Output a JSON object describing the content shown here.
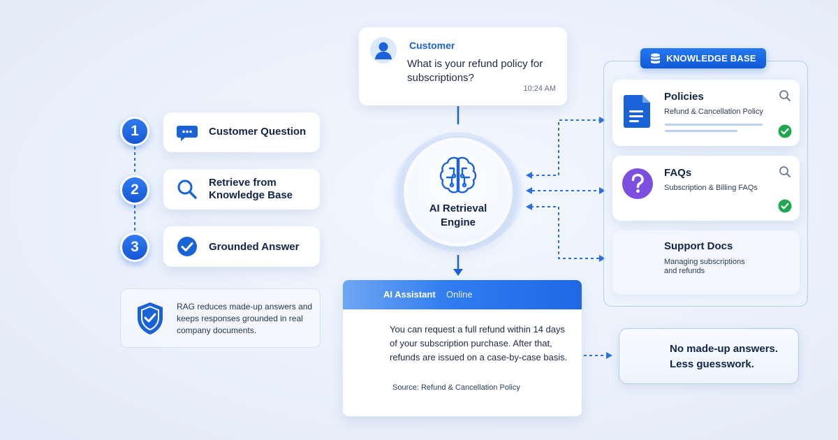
{
  "steps": [
    {
      "number": "1",
      "label": "Customer Question",
      "icon": "chat-bubble-icon"
    },
    {
      "number": "2",
      "label_line1": "Retrieve from",
      "label_line2": "Knowledge Base",
      "icon": "search-icon"
    },
    {
      "number": "3",
      "label": "Grounded Answer",
      "icon": "check-badge-icon"
    }
  ],
  "note": {
    "text": "RAG reduces made-up answers and keeps responses grounded in real company documents.",
    "icon": "shield-check-icon"
  },
  "customer": {
    "name": "Customer",
    "message": "What is your refund policy for subscriptions?",
    "time": "10:24 AM",
    "icon": "user-avatar-icon"
  },
  "engine": {
    "label_line1": "AI Retrieval",
    "label_line2": "Engine",
    "icon": "brain-circuit-icon"
  },
  "knowledge_base": {
    "title": "KNOWLEDGE BASE",
    "icon": "database-icon",
    "items": [
      {
        "title": "Policies",
        "subtitle": "Refund & Cancellation Policy",
        "icon": "document-icon",
        "matched": true
      },
      {
        "title": "FAQs",
        "subtitle": "Subscription & Billing FAQs",
        "icon": "question-icon",
        "matched": true
      },
      {
        "title": "Support Docs",
        "subtitle_line1": "Managing subscriptions",
        "subtitle_line2": "and refunds",
        "matched": false
      }
    ]
  },
  "assistant": {
    "name": "AI Assistant",
    "status": "Online",
    "answer": "You can request a full refund within 14 days of your subscription purchase. After that, refunds are issued on a case-by-case basis.",
    "source": "Source: Refund & Cancellation Policy"
  },
  "tagline": {
    "line1": "No made-up answers.",
    "line2": "Less guesswork."
  },
  "colors": {
    "accent": "#1a62d8",
    "accent_dark": "#1259d8",
    "check_green": "#1fa84f",
    "faq_purple": "#7c4fe0"
  }
}
